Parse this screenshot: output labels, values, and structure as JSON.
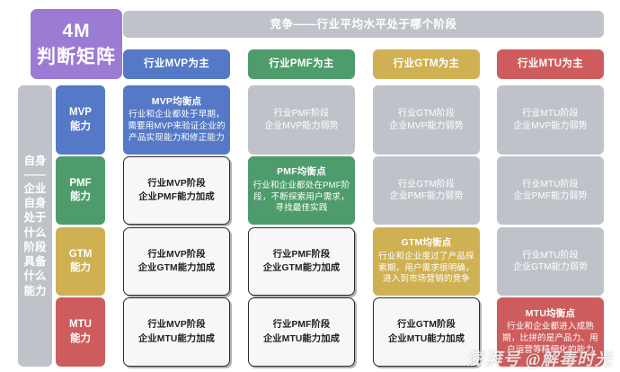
{
  "title": {
    "line1": "4M",
    "line2": "判断矩阵"
  },
  "banner": {
    "text": "竞争——行业平均水平处于哪个阶段"
  },
  "axis": {
    "vertical_label_segments": [
      "自身",
      "——",
      "企业",
      "自身",
      "处于",
      "什么",
      "阶段",
      "具备",
      "什么",
      "能力"
    ]
  },
  "columns": [
    {
      "key": "MVP",
      "label": "行业MVP为主",
      "color": "#5579c7"
    },
    {
      "key": "PMF",
      "label": "行业PMF为主",
      "color": "#4e9c6b"
    },
    {
      "key": "GTM",
      "label": "行业GTM为主",
      "color": "#cfb052"
    },
    {
      "key": "MTU",
      "label": "行业MTU为主",
      "color": "#cf5c5c"
    }
  ],
  "rows": [
    {
      "key": "MVP",
      "en": "MVP",
      "cn": "能力",
      "color": "#5579c7"
    },
    {
      "key": "PMF",
      "en": "PMF",
      "cn": "能力",
      "color": "#4e9c6b"
    },
    {
      "key": "GTM",
      "en": "GTM",
      "cn": "能力",
      "color": "#cfb052"
    },
    {
      "key": "MTU",
      "en": "MTU",
      "cn": "能力",
      "color": "#cf5c5c"
    }
  ],
  "cells": [
    [
      {
        "state": "balanced",
        "headline": "MVP均衡点",
        "lines": [
          "行业和企业都处于早期，",
          "需要用MVP来验证企业的",
          "产品实现能力和修正能力"
        ]
      },
      {
        "state": "weak",
        "headline": "",
        "lines": [
          "行业PMF阶段",
          "企业MVP能力弱势"
        ]
      },
      {
        "state": "weak",
        "headline": "",
        "lines": [
          "行业GTM阶段",
          "企业MVP能力弱势"
        ]
      },
      {
        "state": "weak",
        "headline": "",
        "lines": [
          "行业MTU阶段",
          "企业MVP能力弱势"
        ]
      }
    ],
    [
      {
        "state": "strong",
        "headline": "",
        "lines": [
          "行业MVP阶段",
          "企业PMF能力加成"
        ]
      },
      {
        "state": "balanced",
        "headline": "PMF均衡点",
        "lines": [
          "行业和企业都处在PMF阶",
          "段，不断探索用户需求，",
          "寻找最佳实践"
        ]
      },
      {
        "state": "weak",
        "headline": "",
        "lines": [
          "行业GTM阶段",
          "企业PMF能力弱势"
        ]
      },
      {
        "state": "weak",
        "headline": "",
        "lines": [
          "行业MTU阶段",
          "企业PMF能力弱势"
        ]
      }
    ],
    [
      {
        "state": "strong",
        "headline": "",
        "lines": [
          "行业MVP阶段",
          "企业GTM能力加成"
        ]
      },
      {
        "state": "strong",
        "headline": "",
        "lines": [
          "行业PMF阶段",
          "企业GTM能力加成"
        ]
      },
      {
        "state": "balanced",
        "headline": "GTM均衡点",
        "lines": [
          "行业和企业度过了产品探",
          "索期，用户需求很明确，",
          "进入到市场营销的竞争"
        ]
      },
      {
        "state": "weak",
        "headline": "",
        "lines": [
          "行业MTU阶段",
          "企业GTM能力弱势"
        ]
      }
    ],
    [
      {
        "state": "strong",
        "headline": "",
        "lines": [
          "行业MVP阶段",
          "企业MTU能力加成"
        ]
      },
      {
        "state": "strong",
        "headline": "",
        "lines": [
          "行业PMF阶段",
          "企业MTU能力加成"
        ]
      },
      {
        "state": "strong",
        "headline": "",
        "lines": [
          "行业GTM阶段",
          "企业MTU能力加成"
        ]
      },
      {
        "state": "balanced",
        "headline": "MTU均衡点",
        "lines": [
          "行业和企业都进入成熟",
          "期，比拼的是产品力、用",
          "户运营等精细化的能力"
        ]
      }
    ]
  ],
  "watermark": {
    "text": "澎湃号 @解毒时光"
  },
  "colors": {
    "blue": "#5579c7",
    "green": "#4e9c6b",
    "gold": "#cfb052",
    "red": "#cf5c5c",
    "grey": "#bfc3c9",
    "purple": "#9b7bd4",
    "white_cell": "#f7f7f7",
    "background": "#ffffff"
  }
}
